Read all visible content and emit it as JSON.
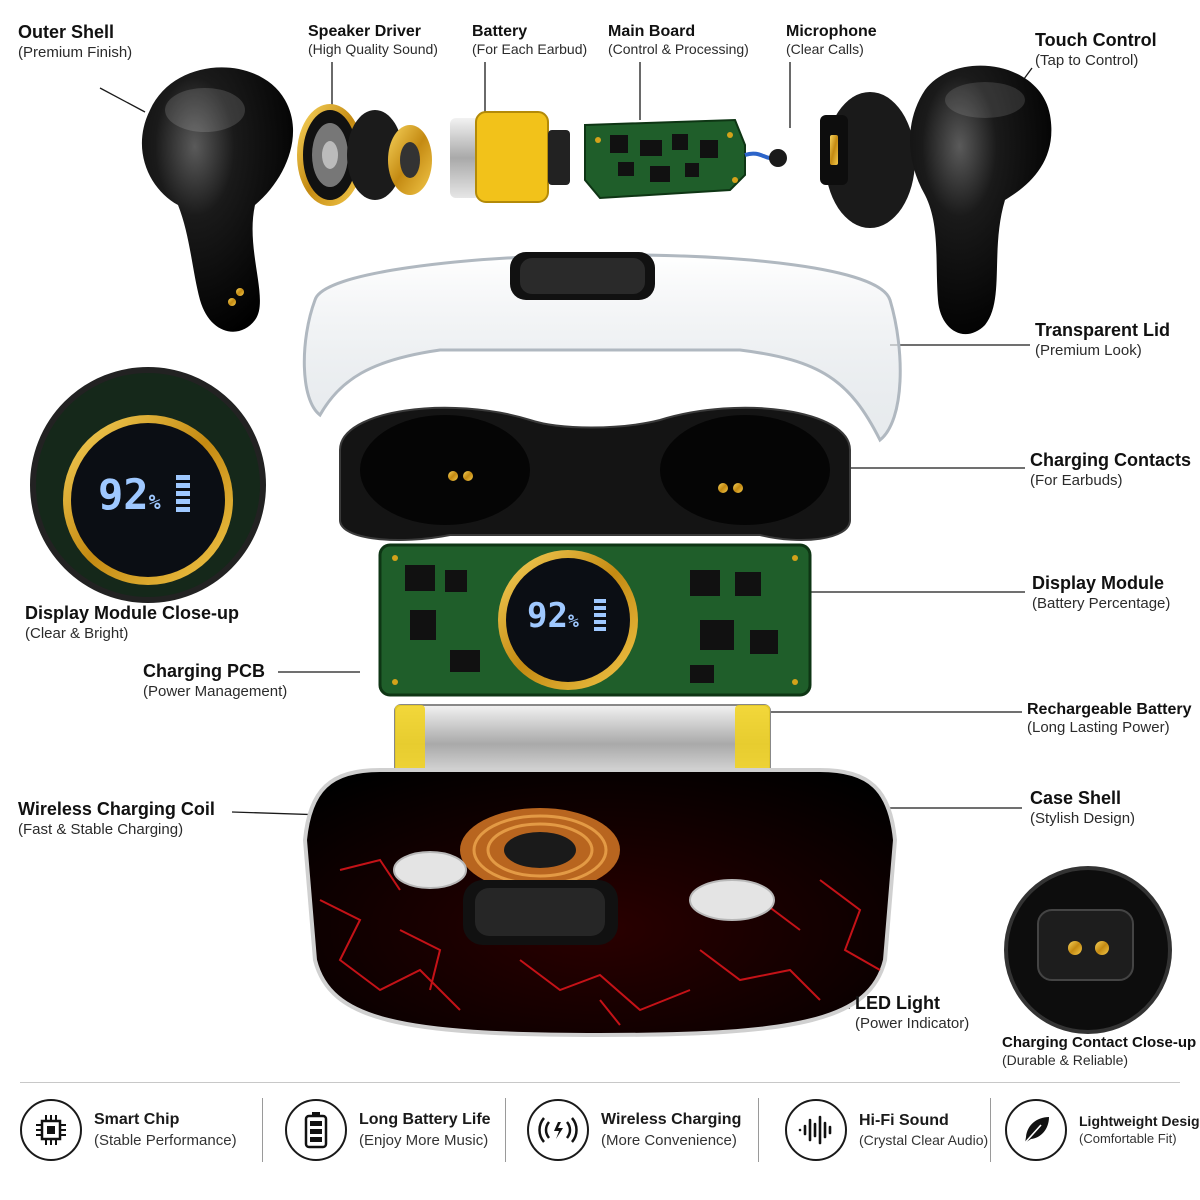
{
  "labels": {
    "outer_shell": {
      "title": "Outer Shell",
      "sub": "(Premium Finish)"
    },
    "speaker_driver": {
      "title": "Speaker Driver",
      "sub": "(High Quality Sound)"
    },
    "battery": {
      "title": "Battery",
      "sub": "(For Each Earbud)"
    },
    "main_board": {
      "title": "Main Board",
      "sub": "(Control & Processing)"
    },
    "microphone": {
      "title": "Microphone",
      "sub": "(Clear Calls)"
    },
    "touch_control": {
      "title": "Touch Control",
      "sub": "(Tap to Control)"
    },
    "transparent_lid": {
      "title": "Transparent Lid",
      "sub": "(Premium Look)"
    },
    "charging_contacts": {
      "title": "Charging Contacts",
      "sub": "(For Earbuds)"
    },
    "display_module": {
      "title": "Display Module",
      "sub": "(Battery Percentage)"
    },
    "rechargeable_battery": {
      "title": "Rechargeable Battery",
      "sub": "(Long Lasting Power)"
    },
    "case_shell": {
      "title": "Case Shell",
      "sub": "(Stylish Design)"
    },
    "led_light": {
      "title": "LED Light",
      "sub": "(Power Indicator)"
    },
    "charging_contact_closeup": {
      "title": "Charging Contact Close-up",
      "sub": "(Durable & Reliable)"
    },
    "display_closeup": {
      "title": "Display Module Close-up",
      "sub": "(Clear & Bright)"
    },
    "charging_pcb": {
      "title": "Charging PCB",
      "sub": "(Power Management)"
    },
    "wireless_coil": {
      "title": "Wireless Charging Coil",
      "sub": "(Fast & Stable Charging)"
    }
  },
  "display": {
    "value": "92",
    "unit": "%"
  },
  "features": [
    {
      "title": "Smart Chip",
      "sub": "(Stable Performance)",
      "icon": "chip-icon"
    },
    {
      "title": "Long Battery Life",
      "sub": "(Enjoy More Music)",
      "icon": "battery-icon"
    },
    {
      "title": "Wireless Charging",
      "sub": "(More Convenience)",
      "icon": "wireless-charging-icon"
    },
    {
      "title": "Hi-Fi Sound",
      "sub": "(Crystal Clear Audio)",
      "icon": "sound-wave-icon"
    },
    {
      "title": "Lightweight Design",
      "sub": "(Comfortable Fit)",
      "icon": "feather-icon"
    }
  ],
  "colors": {
    "accent_red": "#d8141a",
    "gold": "#d4a21a",
    "pcb_green": "#1f5e2a",
    "display_blue": "#9fc8ff"
  }
}
